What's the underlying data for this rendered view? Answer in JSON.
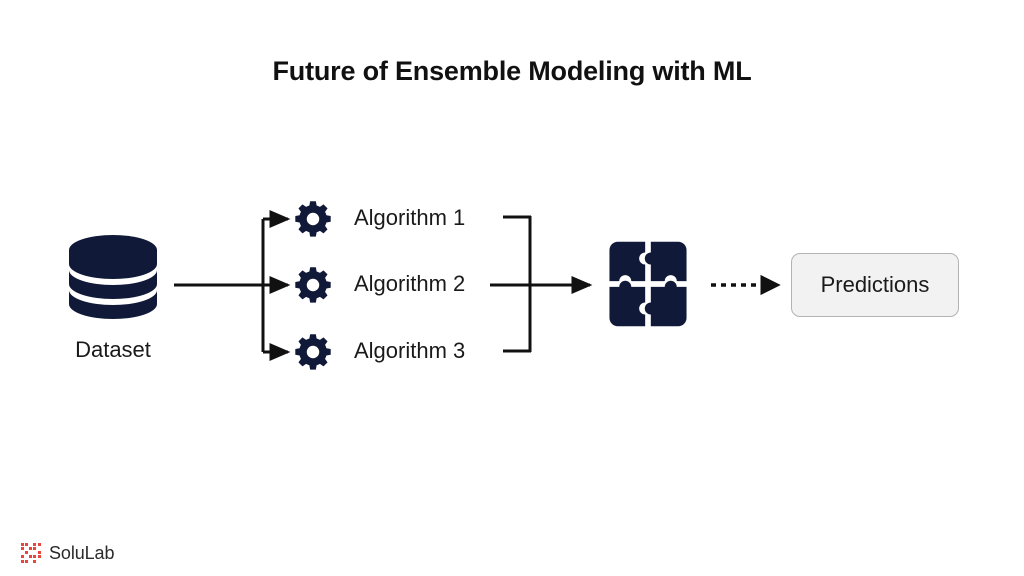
{
  "diagram": {
    "title": "Future of Ensemble Modeling with ML",
    "background_color": "#ffffff",
    "accent_dark": "#101a38",
    "line_color": "#111111",
    "box_fill": "#f2f2f2",
    "box_border": "#b3b3b3"
  },
  "nodes": {
    "dataset": {
      "label": "Dataset",
      "icon": "database-icon"
    },
    "algorithms": [
      {
        "label": "Algorithm 1",
        "icon": "gear-icon"
      },
      {
        "label": "Algorithm 2",
        "icon": "gear-icon"
      },
      {
        "label": "Algorithm 3",
        "icon": "gear-icon"
      }
    ],
    "combiner": {
      "icon": "puzzle-icon"
    },
    "output": {
      "label": "Predictions"
    }
  },
  "connectors": {
    "dataset_to_split": "solid-arrow",
    "split_to_algorithms": "solid-arrow",
    "algorithms_to_combiner": "solid-arrow",
    "combiner_to_output": "dashed-arrow"
  },
  "branding": {
    "logo_mark": "solulab-logo-mark",
    "logo_text": "SoluLab",
    "logo_mark_color": "#e8453c"
  }
}
